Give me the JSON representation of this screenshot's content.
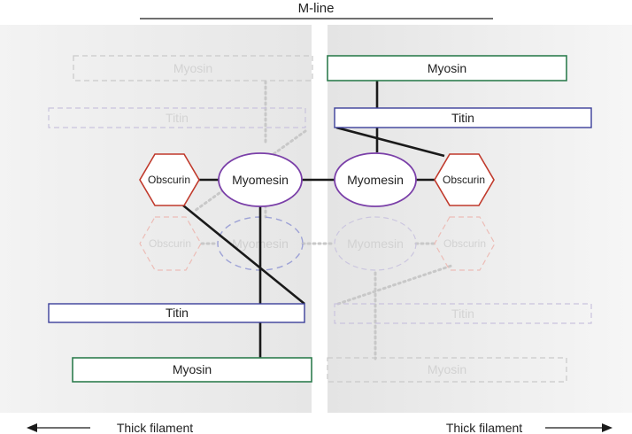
{
  "title": "M-line",
  "labels": {
    "myosin": "Myosin",
    "titin": "Titin",
    "myomesin": "Myomesin",
    "obscurin": "Obscurin"
  },
  "footer": {
    "left": "Thick filament",
    "right": "Thick filament"
  },
  "colors": {
    "myosin_border": "#2e7d4f",
    "titin_border": "#3b3f9a",
    "myomesin_border": "#7a3fa8",
    "obscurin_border": "#c0392b",
    "panel_fill": "#ececec",
    "line": "#1a1a1a",
    "ghost_line": "#bbbbbb"
  }
}
